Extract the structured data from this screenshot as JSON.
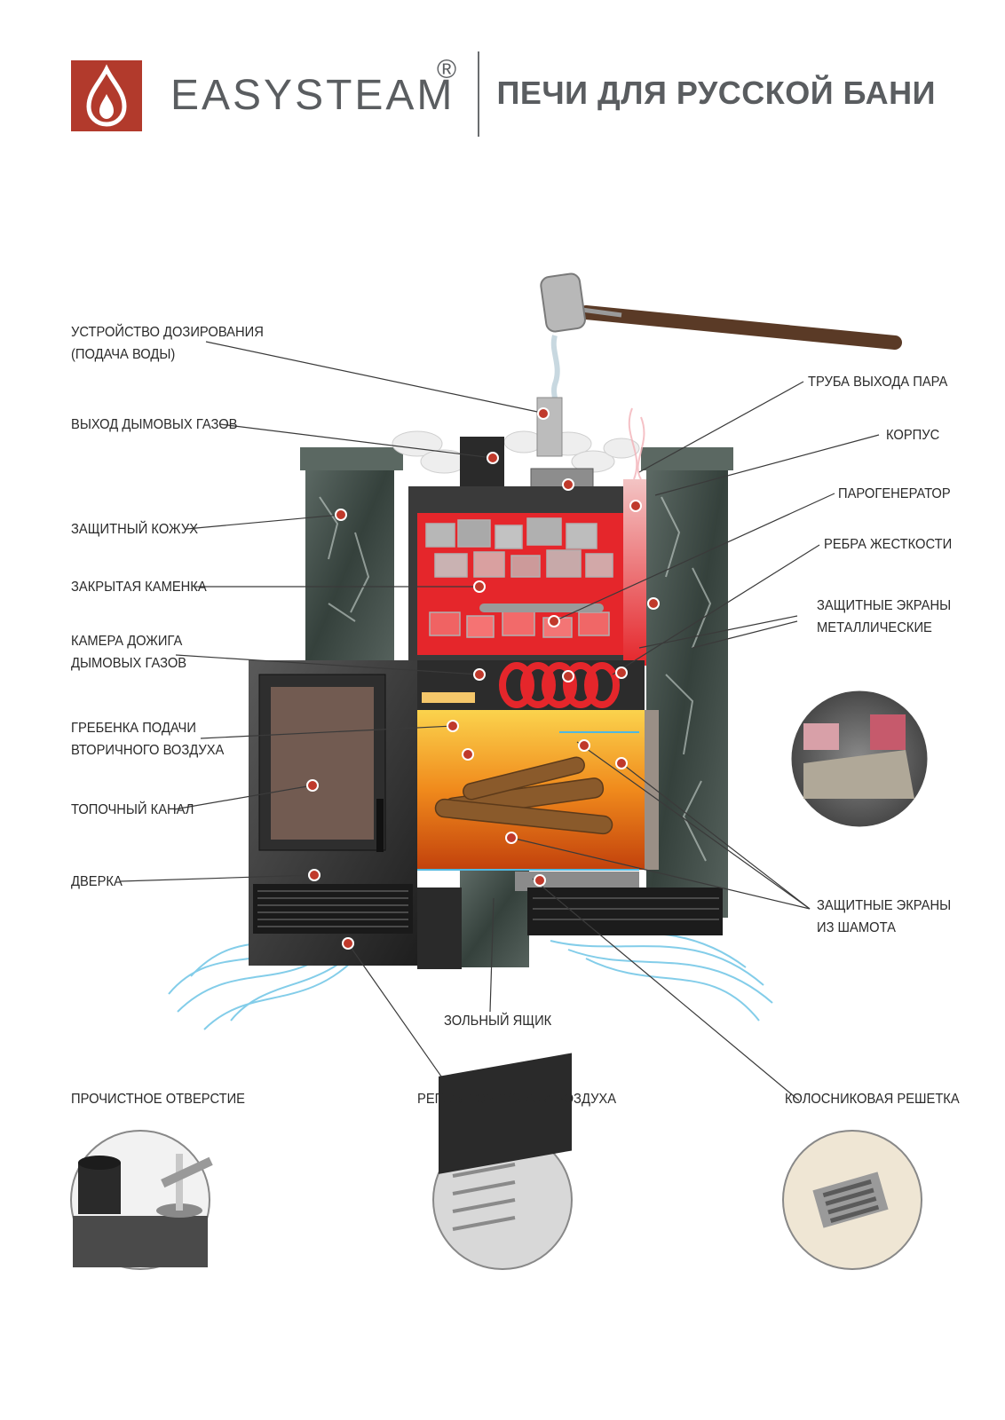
{
  "header": {
    "brand": "EASYSTEAM",
    "registered_mark": "®",
    "headline": "ПЕЧИ ДЛЯ РУССКОЙ БАНИ"
  },
  "labels_left": {
    "dosing": [
      "УСТРОЙСТВО ДОЗИРОВАНИЯ",
      "(ПОДАЧА ВОДЫ)"
    ],
    "smoke_exit": [
      "ВЫХОД ДЫМОВЫХ ГАЗОВ"
    ],
    "casing": [
      "ЗАЩИТНЫЙ КОЖУХ"
    ],
    "closed_stove": [
      "ЗАКРЫТАЯ КАМЕНКА"
    ],
    "afterburn": [
      "КАМЕРА ДОЖИГА",
      "ДЫМОВЫХ ГАЗОВ"
    ],
    "air_comb": [
      "ГРЕБЕНКА ПОДАЧИ",
      "ВТОРИЧНОГО ВОЗДУХА"
    ],
    "firebox_channel": [
      "ТОПОЧНЫЙ КАНАЛ"
    ],
    "door": [
      "ДВЕРКА"
    ]
  },
  "labels_right": {
    "steam_pipe": [
      "ТРУБА ВЫХОДА ПАРА"
    ],
    "body": [
      "КОРПУС"
    ],
    "steam_generator": [
      "ПАРОГЕНЕРАТОР"
    ],
    "ribs": [
      "РЕБРА ЖЕСТКОСТИ"
    ],
    "metal_screens": [
      "ЗАЩИТНЫЕ ЭКРАНЫ",
      "МЕТАЛЛИЧЕСКИЕ"
    ],
    "chamotte_screens": [
      "ЗАЩИТНЫЕ ЭКРАНЫ",
      "ИЗ ШАМОТА"
    ]
  },
  "labels_bottom": {
    "ash_box": [
      "ЗОЛЬНЫЙ ЯЩИК"
    ],
    "cleaning_hole": [
      "ПРОЧИСТНОЕ ОТВЕРСТИЕ"
    ],
    "air_regulator": [
      "РЕГУЛЯТОР ПОДАЧИ ВОЗДУХА"
    ],
    "grate": [
      "КОЛОСНИКОВАЯ РЕШЕТКА"
    ]
  },
  "icons": {
    "logo": "flame-drop-icon",
    "marker": "red-dot-marker-icon"
  },
  "colors": {
    "logo_red": "#b23a2c",
    "marker_red": "#c0392b",
    "stone_dark": "#3d4a45",
    "fire_orange": "#f08a1c",
    "heat_red": "#e5262b",
    "air_blue": "#4fb8e0",
    "text_gray": "#5a5d60"
  }
}
